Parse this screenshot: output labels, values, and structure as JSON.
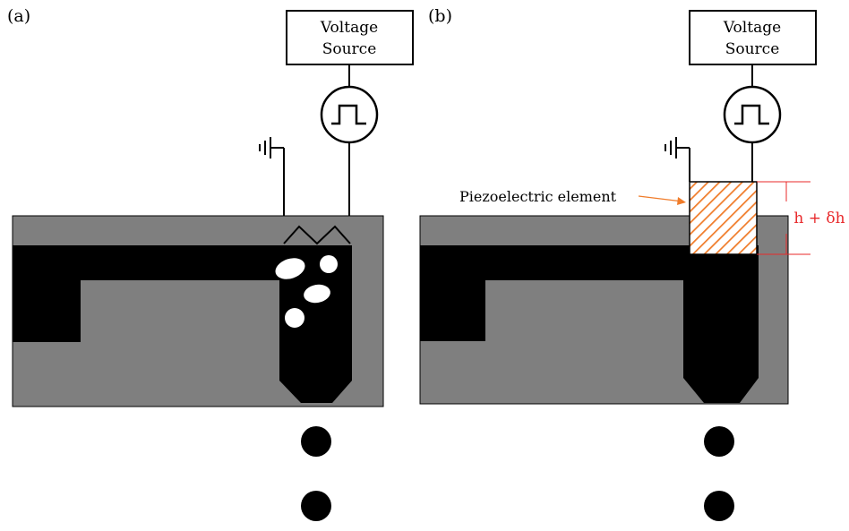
{
  "panels": [
    {
      "label": "(a)",
      "voltage_source": [
        "Voltage",
        "Source"
      ]
    },
    {
      "label": "(b)",
      "voltage_source": [
        "Voltage",
        "Source"
      ],
      "piezo_label": "Piezoelectric element",
      "height_label": "h + δh"
    }
  ],
  "colors": {
    "body": "#7f7f7f",
    "channel": "#000000",
    "piezo_hatch": "#f07c2a",
    "dimension": "#e8282a"
  }
}
